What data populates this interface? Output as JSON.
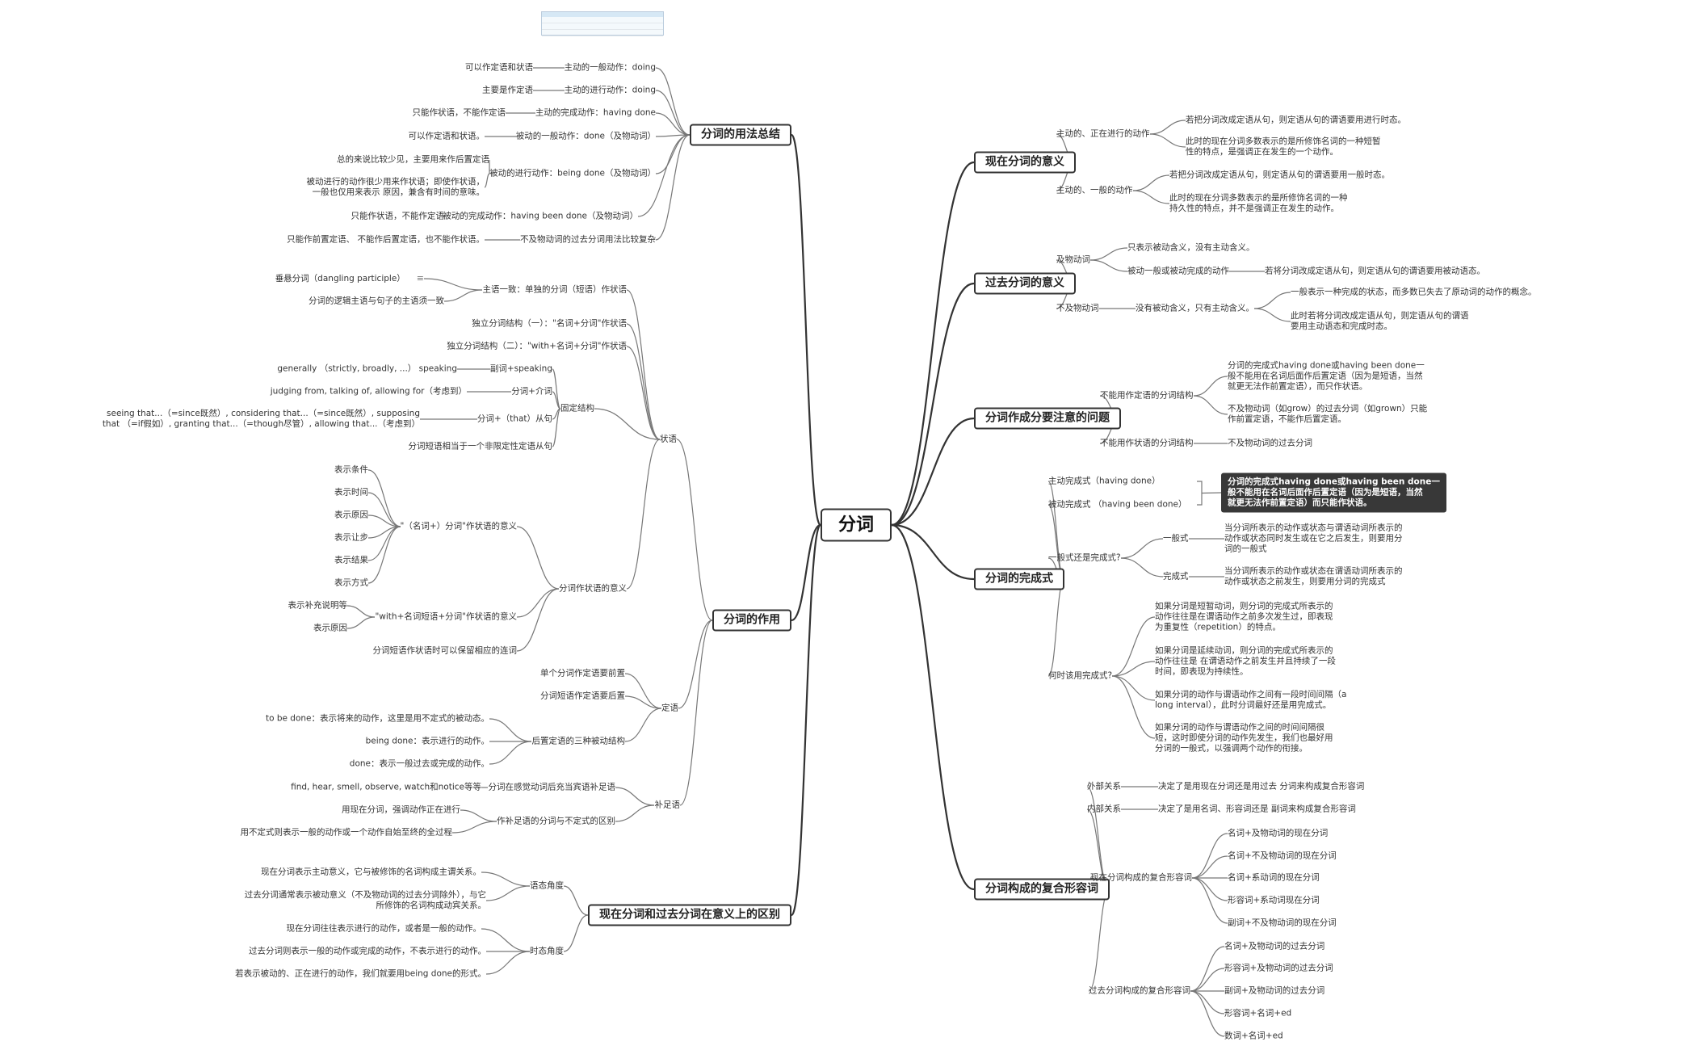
{
  "root": "分词",
  "branches": {
    "b_present": "现在分词的意义",
    "b_past": "过去分词的意义",
    "b_attr": "分词作成分要注意的问题",
    "b_perfect": "分词的完成式",
    "b_compound": "分词构成的复合形容词",
    "b_usage": "分词的用法总结",
    "b_function": "分词的作用",
    "b_diff": "现在分词和过去分词在意义上的区别"
  },
  "present_meaning": {
    "active_progressive": "主动的、正在进行的动作",
    "ap_1": "若把分词改成定语从句，则定语从句的谓语要用进行时态。",
    "ap_2": "此时的现在分词多数表示的是所修饰名词的一种短暂\n性的特点，是强调正在发生的一个动作。",
    "active_general": "主动的、一般的动作",
    "ag_1": "若把分词改成定语从句，则定语从句的谓语要用一般时态。",
    "ag_2": "此时的现在分词多数表示的是所修饰名词的一种\n持久性的特点，并不是强调正在发生的动作。"
  },
  "past_meaning": {
    "transitive": "及物动词",
    "t_1": "只表示被动含义，没有主动含义。",
    "t_2": "被动一般或被动完成的动作",
    "t_2a": "若将分词改成定语从句，则定语从句的谓语要用被动语态。",
    "intransitive": "不及物动词",
    "i_1": "没有被动含义，只有主动含义。",
    "i_1a": "一般表示一种完成的状态，而多数已失去了原动词的动作的概念。",
    "i_1b": "此时若将分词改成定语从句，则定语从句的谓语\n要用主动语态和完成时态。"
  },
  "attr_issues": {
    "not_attr": "不能用作定语的分词结构",
    "na_1": "分词的完成式having done或having been done一\n般不能用在名词后面作后置定语（因为是短语，当然\n就更无法作前置定语），而只作状语。",
    "na_2": "不及物动词（如grow）的过去分词（如grown）只能\n作前置定语，不能作后置定语。",
    "not_adv": "不能用作状语的分词结构",
    "nadv_1": "不及物动词的过去分词"
  },
  "perfect": {
    "active_perfect": "主动完成式（having done）",
    "passive_perfect": "被动完成式 （having been done）",
    "callout": "分词的完成式having done或having been done一\n般不能用在名词后面作后置定语（因为是短语，当然\n就更无法作前置定语）而只能作状语。",
    "general_or_perfect": "一般式还是完成式?",
    "general": "一般式",
    "general_desc": "当分词所表示的动作或状态与谓语动词所表示的\n动作或状态同时发生或在它之后发生，则要用分\n词的一般式",
    "perfect_form": "完成式",
    "perfect_desc": "当分词所表示的动作或状态在谓语动词所表示的\n动作或状态之前发生，则要用分词的完成式",
    "when": "何时该用完成式?",
    "w_1": "如果分词是短暂动词，则分词的完成式所表示的\n动作往往是在谓语动作之前多次发生过，即表现\n为重复性（repetition）的特点。",
    "w_2": "如果分词是延续动词，则分词的完成式所表示的\n动作往往是 在谓语动作之前发生并且持续了一段\n时间，即表现为持续性。",
    "w_3": "如果分词的动作与谓语动作之间有一段时间间隔（a\nlong interval），此时分词最好还是用完成式。",
    "w_4": "如果分词的动作与谓语动作之间的时间间隔很\n短，这时即使分词的动作先发生，我们也最好用\n分词的一般式，以强调两个动作的衔接。"
  },
  "compound": {
    "external": "外部关系",
    "ext_1": "决定了是用现在分词还是用过去 分词来构成复合形容词",
    "internal": "内部关系",
    "int_1": "决定了是用名词、形容词还是 副词来构成复合形容词",
    "present_compound": "现在分词构成的复合形容词",
    "pc": [
      "名词+及物动词的现在分词",
      "名词+不及物动词的现在分词",
      "名词+系动词的现在分词",
      "形容词+系动词现在分词",
      "副词+不及物动词的现在分词"
    ],
    "past_compound": "过去分词构成的复合形容词",
    "ppc": [
      "名词+及物动词的过去分词",
      "形容词+及物动词的过去分词",
      "副词+及物动词的过去分词",
      "形容词+名词+ed",
      "数词+名词+ed"
    ]
  },
  "usage": {
    "items": [
      "主动的一般动作：doing",
      "主动的进行动作：doing",
      "主动的完成动作：having done",
      "被动的一般动作：done（及物动词）",
      "被动的进行动作：being done（及物动词）",
      "被动的完成动作：having been done（及物动词）",
      "不及物动词的过去分词用法比较复杂"
    ],
    "notes": [
      "可以作定语和状语",
      "主要是作定语",
      "只能作状语，不能作定语",
      "可以作定语和状语。",
      "总的来说比较少见，主要用来作后置定语",
      "被动进行的动作很少用来作状语；即使作状语，\n一般也仅用来表示 原因，兼含有时间的意味。",
      "只能作状语，不能作定语",
      "只能作前置定语、 不能作后置定语，也不能作状语。"
    ]
  },
  "function": {
    "adverbial": "状语",
    "subject_agree": "主语一致：单独的分词（短语）作状语",
    "dangling": "垂悬分词（dangling participle）",
    "logic_subject": "分词的逻辑主语与句子的主语须一致",
    "absolute_1": "独立分词结构（一）：\"名词+分词\"作状语",
    "absolute_2": "独立分词结构（二）：\"with+名词+分词\"作状语",
    "fixed": "固定结构",
    "fixed_1": "副词+speaking",
    "fixed_1n": "generally （strictly, broadly, ...） speaking",
    "fixed_2": "分词+介词",
    "fixed_2n": "judging from, talking of, allowing for（考虑到）",
    "fixed_3": "分词+（that）从句",
    "fixed_3n": "seeing that...（=since既然）, considering that...（=since既然）, supposing\nthat （=if假如）, granting that...（=though尽管）, allowing that...（考虑到）",
    "fixed_4": "分词短语相当于一个非限定性定语从句",
    "meaning": "分词作状语的意义",
    "np_meaning": "\"（名词+）分词\"作状语的意义",
    "np": [
      "表示条件",
      "表示时间",
      "表示原因",
      "表示让步",
      "表示结果",
      "表示方式"
    ],
    "with_meaning": "\"with+名词短语+分词\"作状语的意义",
    "with": [
      "表示补充说明等",
      "表示原因"
    ],
    "keep_conj": "分词短语作状语时可以保留相应的连词",
    "attributive": "定语",
    "attr_1": "单个分词作定语要前置",
    "attr_2": "分词短语作定语要后置",
    "post_passive": "后置定语的三种被动结构",
    "pp": [
      "to be done：表示将来的动作，这里是用不定式的被动态。",
      "being done：表示进行的动作。",
      "done：表示一般过去或完成的动作。"
    ],
    "complement": "补足语",
    "comp_1": "分词在感觉动词后充当宾语补足语",
    "comp_1n": "find, hear, smell, observe, watch和notice等等",
    "comp_2": "作补足语的分词与不定式的区别",
    "comp_2a": "用现在分词，强调动作正在进行",
    "comp_2b": "用不定式则表示一般的动作或一个动作自始至终的全过程"
  },
  "diff": {
    "voice": "语态角度",
    "v_1": "现在分词表示主动意义，它与被修饰的名词构成主谓关系。",
    "v_2": "过去分词通常表示被动意义（不及物动词的过去分词除外），与它\n所修饰的名词构成动宾关系。",
    "tense": "时态角度",
    "t_1": "现在分词往往表示进行的动作，或者是一般的动作。",
    "t_2": "过去分词则表示一般的动作或完成的动作，不表示进行的动作。",
    "t_3": "若表示被动的、正在进行的动作，我们就要用being done的形式。"
  }
}
